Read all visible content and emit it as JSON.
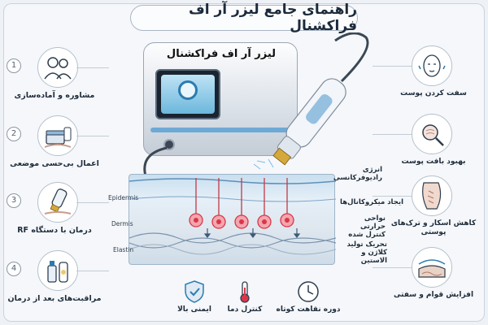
{
  "title": "راهنمای جامع لیزر آر اف فراکشنال",
  "device_label": "لیزر آر اف فراکشنال",
  "steps": [
    {
      "number": "1",
      "label": "مشاوره و آماده‌سازی",
      "icon": "consultation-icon"
    },
    {
      "number": "2",
      "label": "اعمال بی‌حسی موضعی",
      "icon": "anesthetic-cream-icon"
    },
    {
      "number": "3",
      "label": "درمان با دستگاه RF",
      "icon": "rf-handpiece-icon"
    },
    {
      "number": "4",
      "label": "مراقبت‌های بعد از درمان",
      "icon": "skincare-products-icon"
    }
  ],
  "benefits": [
    {
      "label": "سفت کردن پوست",
      "icon": "face-lift-icon"
    },
    {
      "label": "بهبود بافت پوست",
      "icon": "magnifier-skin-icon"
    },
    {
      "label": "کاهش اسکار و ترک‌های پوستی",
      "icon": "stretch-marks-icon"
    },
    {
      "label": "افزایش قوام و سفتی",
      "icon": "firm-skin-icon"
    }
  ],
  "layers": {
    "epidermis": "Epidermis",
    "dermis": "Dermis",
    "elastin": "Elastin"
  },
  "callouts": {
    "rf_energy": "انرژی رادیوفرکانسی",
    "microchannels": "ایجاد میکروکانال‌ها",
    "thermal_zones": "نواحی حرارتی کنترل شده",
    "collagen": "تحریک تولید کلاژن و الاستین"
  },
  "features": [
    {
      "label": "ایمنی بالا",
      "icon": "shield-check-icon"
    },
    {
      "label": "کنترل دما",
      "icon": "thermometer-icon"
    },
    {
      "label": "دوره نقاهت کوتاه",
      "icon": "clock-icon"
    }
  ],
  "colors": {
    "accent": "#2b7bb0",
    "heat": "#d9364a",
    "probe": "#d4a83a"
  }
}
